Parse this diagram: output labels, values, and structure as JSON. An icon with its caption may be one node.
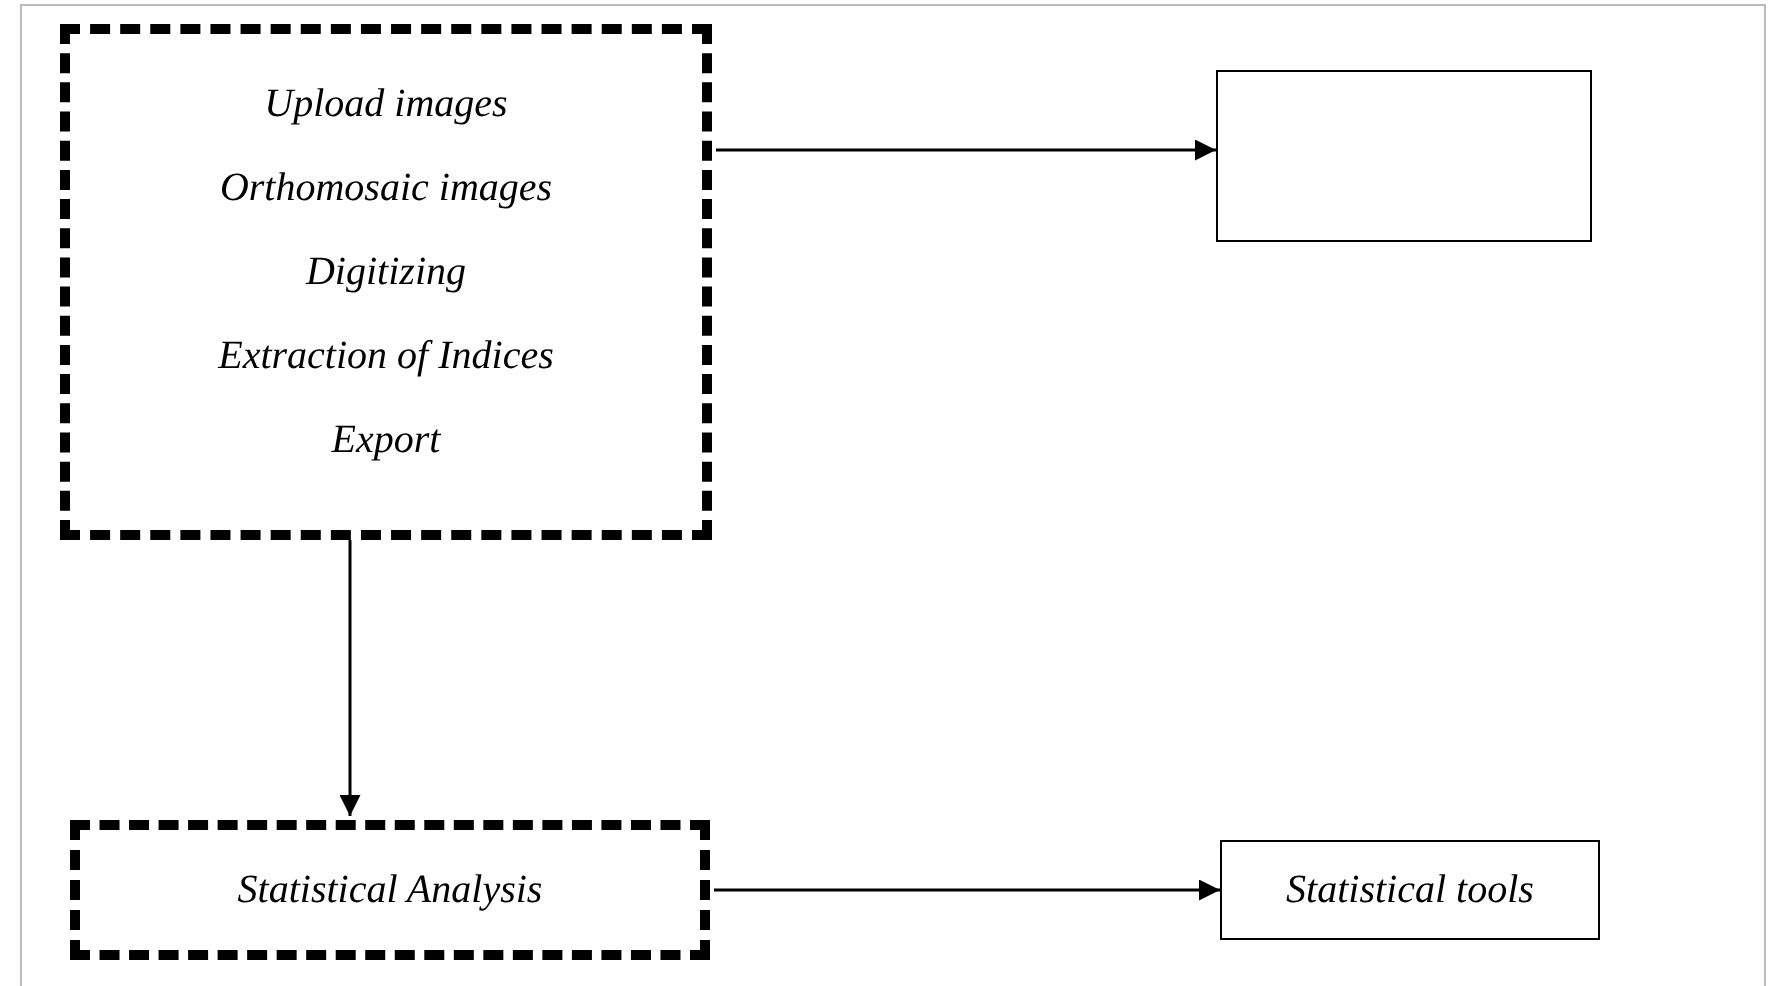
{
  "diagram": {
    "nodes": [
      {
        "text": [
          "Upload images",
          "Orthomosaic images",
          "Digitizing",
          "Extraction of Indices",
          "Export"
        ]
      },
      {
        "text": [],
        "shape": "box"
      },
      {
        "text": [
          "Statistical Analysis"
        ]
      },
      {
        "text": [
          "Statistical tools"
        ]
      }
    ],
    "edges": [
      {
        "from": 0,
        "to": 1,
        "arrow": "to"
      },
      {
        "from": 0,
        "to": 2,
        "arrow": "to"
      },
      {
        "from": 2,
        "to": 3,
        "arrow": "to"
      }
    ]
  }
}
